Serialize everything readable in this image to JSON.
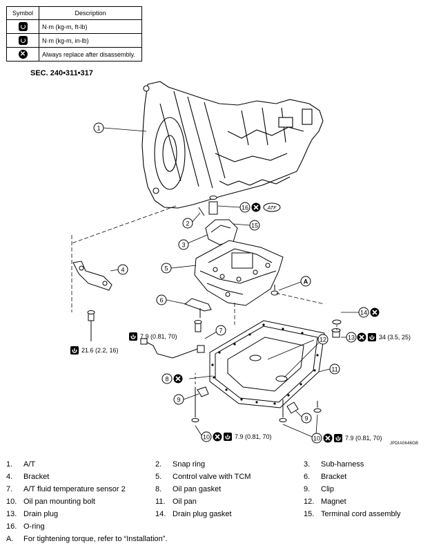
{
  "legend": {
    "header_symbol": "Symbol",
    "header_description": "Description",
    "rows": [
      {
        "icon": "torque-nm-icon",
        "text": "N·m (kg-m, ft-lb)"
      },
      {
        "icon": "torque-nm-in-icon",
        "text": "N·m (kg-m, in-lb)"
      },
      {
        "icon": "always-replace-icon",
        "text": "Always replace after disassembly."
      }
    ]
  },
  "section": "SEC. 240•311•317",
  "diagram_code": "JPDIA0646GB",
  "callouts": {
    "n1": "1",
    "n2": "2",
    "n3": "3",
    "n4": "4",
    "n5": "5",
    "n6": "6",
    "n7": "7",
    "n8": "8",
    "n9a": "9",
    "n9b": "9",
    "n10a": "10",
    "n10b": "10",
    "n11": "11",
    "n12": "12",
    "n13": "13",
    "n14": "14",
    "n15": "15",
    "n16": "16",
    "nA": "A"
  },
  "atf_label": "ATF",
  "torques": {
    "bracket_bolt": "21.6 (2.2, 16)",
    "sensor": "7.9 (0.81, 70)",
    "drain_plug": "34 (3.5, 25)",
    "pan_bolt_front": "7.9 (0.81, 70)",
    "pan_bolt_right": "7.9 (0.81, 70)"
  },
  "parts": [
    {
      "num": "1.",
      "name": "A/T"
    },
    {
      "num": "2.",
      "name": "Snap ring"
    },
    {
      "num": "3.",
      "name": "Sub-harness"
    },
    {
      "num": "4.",
      "name": "Bracket"
    },
    {
      "num": "5.",
      "name": "Control valve with TCM"
    },
    {
      "num": "6.",
      "name": "Bracket"
    },
    {
      "num": "7.",
      "name": "A/T fluid temperature sensor 2"
    },
    {
      "num": "8.",
      "name": "Oil pan gasket"
    },
    {
      "num": "9.",
      "name": "Clip"
    },
    {
      "num": "10.",
      "name": "Oil pan mounting bolt"
    },
    {
      "num": "11.",
      "name": "Oil pan"
    },
    {
      "num": "12.",
      "name": "Magnet"
    },
    {
      "num": "13.",
      "name": "Drain plug"
    },
    {
      "num": "14.",
      "name": "Drain plug gasket"
    },
    {
      "num": "15.",
      "name": "Terminal cord assembly"
    },
    {
      "num": "16.",
      "name": "O-ring"
    }
  ],
  "note": {
    "num": "A.",
    "text": "For tightening torque, refer to “Installation”."
  }
}
